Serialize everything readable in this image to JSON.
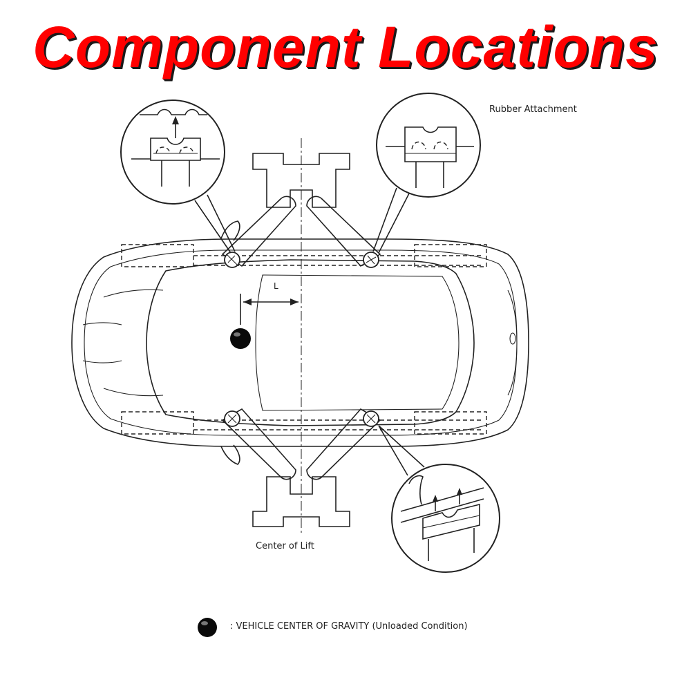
{
  "title": "Component Locations",
  "labels": {
    "rubber_attachment": "Rubber Attachment",
    "center_of_lift": "Center of Lift",
    "distance": "L",
    "legend": ": VEHICLE CENTER OF GRAVITY (Unloaded Condition)"
  },
  "colors": {
    "title": "#ff0000",
    "title_shadow": "#1a1a1a",
    "line": "#222222"
  }
}
